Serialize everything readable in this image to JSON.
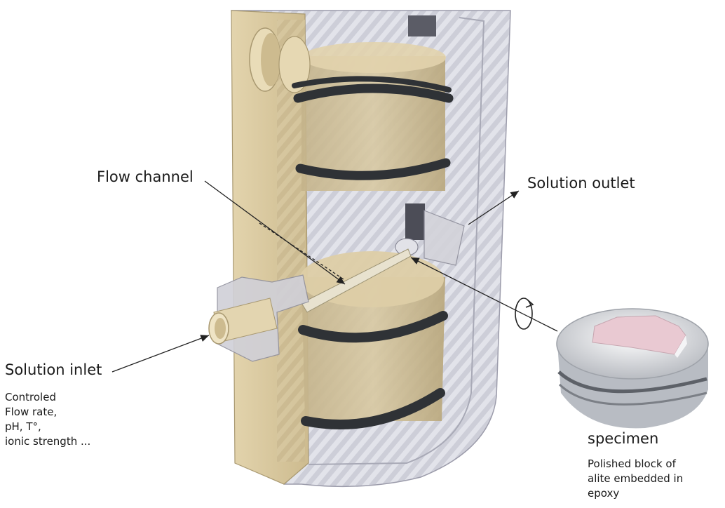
{
  "labels": {
    "flow_channel": "Flow channel",
    "solution_outlet": "Solution outlet",
    "solution_inlet": "Solution inlet",
    "inlet_details": [
      "Controled",
      "Flow rate,",
      "pH, T°,",
      "ionic strength ..."
    ],
    "specimen": "specimen",
    "specimen_details": [
      "Polished block of",
      "alite embedded in",
      "epoxy"
    ]
  },
  "colors": {
    "housing_tan": "#d8c9a3",
    "housing_shadow": "#bfae84",
    "transparent_shell": "#cfd0da",
    "oring": "#2f3236",
    "specimen_pink": "#e9c9d2"
  }
}
